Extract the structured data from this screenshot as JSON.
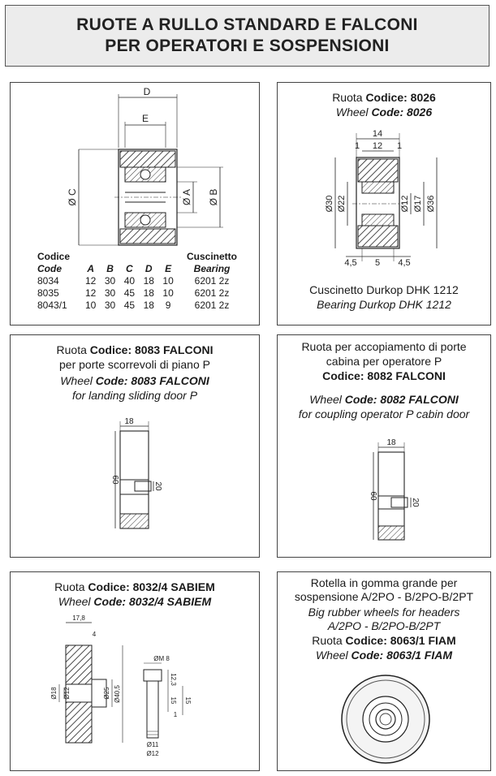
{
  "title": {
    "line1": "RUOTE A RULLO STANDARD E FALCONI",
    "line2": "PER OPERATORI E SOSPENSIONI"
  },
  "panel1": {
    "dims": {
      "D": "D",
      "E": "E",
      "C": "Ø C",
      "A": "Ø A",
      "B": "Ø B"
    },
    "table": {
      "h1": [
        "Codice",
        "",
        "",
        "",
        "",
        "",
        "Cuscinetto"
      ],
      "h2": [
        "Code",
        "A",
        "B",
        "C",
        "D",
        "E",
        "Bearing"
      ],
      "rows": [
        [
          "8034",
          "12",
          "30",
          "40",
          "18",
          "10",
          "6201 2z"
        ],
        [
          "8035",
          "12",
          "30",
          "45",
          "18",
          "10",
          "6201 2z"
        ],
        [
          "8043/1",
          "10",
          "30",
          "45",
          "18",
          "9",
          "6201 2z"
        ]
      ]
    }
  },
  "panel2": {
    "l1a": "Ruota ",
    "l1b": "Codice: 8026",
    "l2a": "Wheel ",
    "l2b": "Code: 8026",
    "dims": {
      "top": "14",
      "mid": "12",
      "l1": "1",
      "r1": "1",
      "d30": "Ø30",
      "d22": "Ø22",
      "d12": "Ø12",
      "d17": "Ø17",
      "d36": "Ø36",
      "b1": "4,5",
      "b2": "5",
      "b3": "4,5"
    },
    "f1": "Cuscinetto Durkop DHK 1212",
    "f2": "Bearing Durkop DHK 1212"
  },
  "panel3": {
    "l1a": "Ruota ",
    "l1b": "Codice: 8083 FALCONI",
    "l2": "per porte scorrevoli di piano P",
    "l3a": "Wheel ",
    "l3b": "Code: 8083 FALCONI",
    "l4": "for landing sliding door P",
    "dims": {
      "w": "18",
      "h": "60",
      "s": "20"
    }
  },
  "panel4": {
    "l1": "Ruota per accopiamento di porte",
    "l2": "cabina per operatore P",
    "l3": "Codice: 8082 FALCONI",
    "l4a": "Wheel ",
    "l4b": "Code: 8082 FALCONI",
    "l5": "for coupling operator P cabin door",
    "dims": {
      "w": "18",
      "h": "60",
      "s": "20"
    }
  },
  "panel5": {
    "l1a": "Ruota ",
    "l1b": "Codice: 8032/4 SABIEM",
    "l2a": "Wheel ",
    "l2b": "Code: 8032/4 SABIEM",
    "dims": {
      "w": "17,8",
      "t": "4",
      "m": "ØM 8",
      "d18": "Ø18",
      "d12": "Ø12",
      "d25": "Ø25",
      "d405": "Ø40,5",
      "h123": "12,3",
      "h15a": "15",
      "h1": "1",
      "h15b": "15",
      "b11": "Ø11",
      "b12": "Ø12"
    }
  },
  "panel6": {
    "l1": "Rotella in gomma grande per",
    "l2": "sospensione A/2PO - B/2PO-B/2PT",
    "l3": "Big rubber wheels for headers",
    "l4": "A/2PO - B/2PO-B/2PT",
    "l5a": "Ruota ",
    "l5b": "Codice: 8063/1 FIAM",
    "l6a": "Wheel ",
    "l6b": "Code: 8063/1 FIAM"
  }
}
